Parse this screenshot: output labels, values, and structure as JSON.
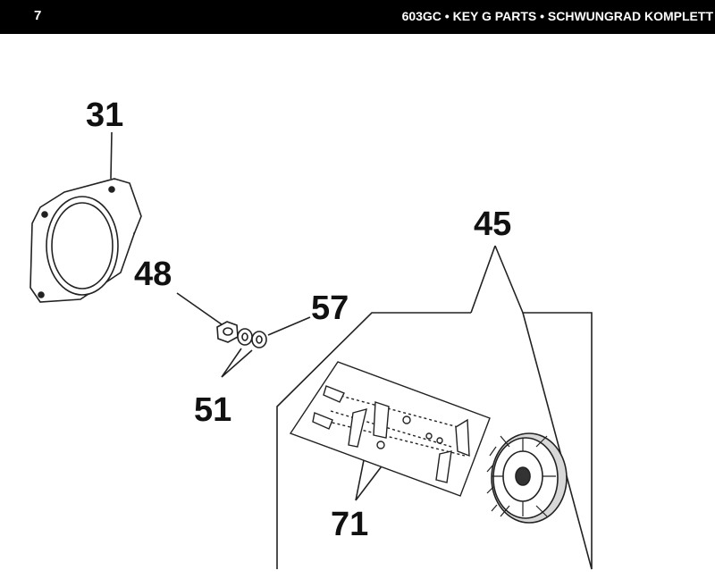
{
  "header": {
    "page_number": "7",
    "title": "603GC • KEY G PARTS • SCHWUNGRAD  KOMPLETT"
  },
  "callouts": {
    "c31": "31",
    "c48": "48",
    "c57": "57",
    "c51": "51",
    "c45": "45",
    "c71": "71"
  }
}
